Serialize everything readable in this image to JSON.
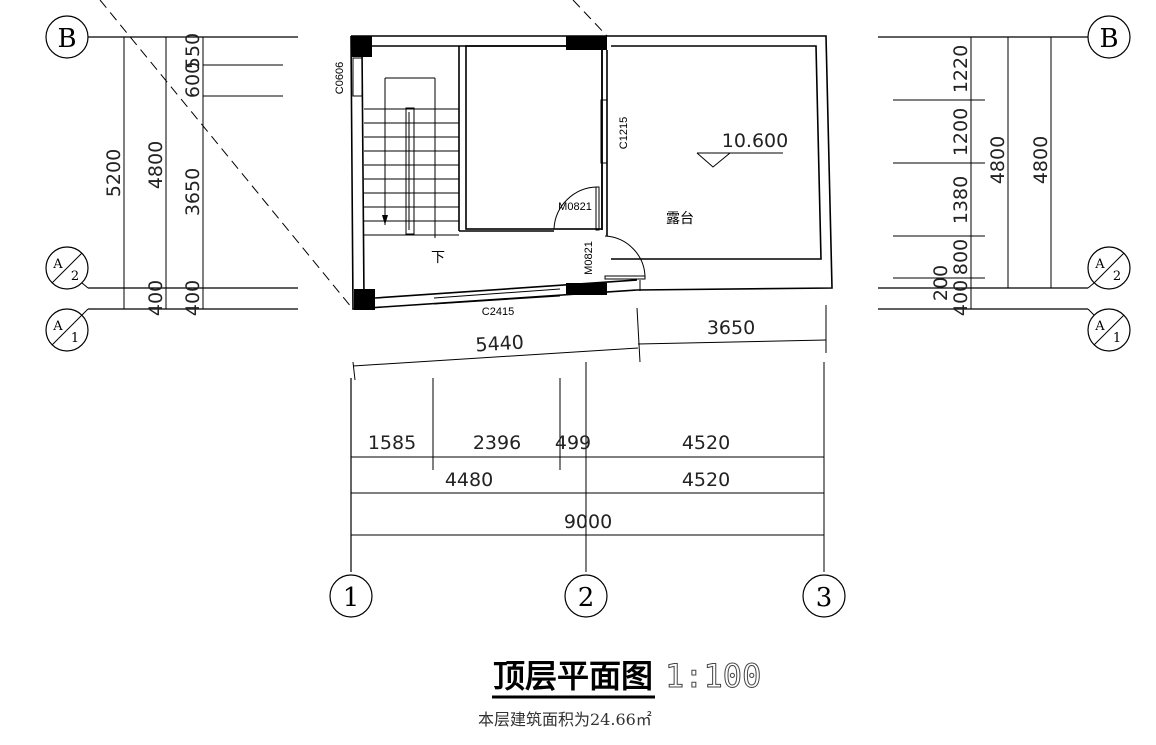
{
  "title": "顶层平面图",
  "scale": "1:100",
  "area_note": "本层建筑面积为24.66㎡",
  "axes": {
    "B": "B",
    "A2_top": "A",
    "A2_bottom": "2",
    "A1_top": "A",
    "A1_bottom": "1",
    "g1": "1",
    "g2": "2",
    "g3": "3"
  },
  "left_dims": {
    "total": "5200",
    "mid": "4800",
    "d550": "550",
    "d600": "600",
    "d3650": "3650",
    "d400a": "400",
    "d400b": "400"
  },
  "right_dims": {
    "d1220": "1220",
    "d1200": "1200",
    "d1380": "1380",
    "d800": "800",
    "d200": "200",
    "d400": "400",
    "t1": "4800",
    "t2": "4800"
  },
  "bottom_dims": {
    "slant1": "5440",
    "slant2": "3650",
    "r1": [
      "1585",
      "2396",
      "499",
      "4520"
    ],
    "r2": [
      "4480",
      "4520"
    ],
    "r3": "9000"
  },
  "labels": {
    "c0606": "C0606",
    "c1215": "C1215",
    "m0821a": "M0821",
    "m0821b": "M0821",
    "c2415": "C2415",
    "terrace": "露台",
    "down": "下",
    "elevation": "10.600"
  }
}
